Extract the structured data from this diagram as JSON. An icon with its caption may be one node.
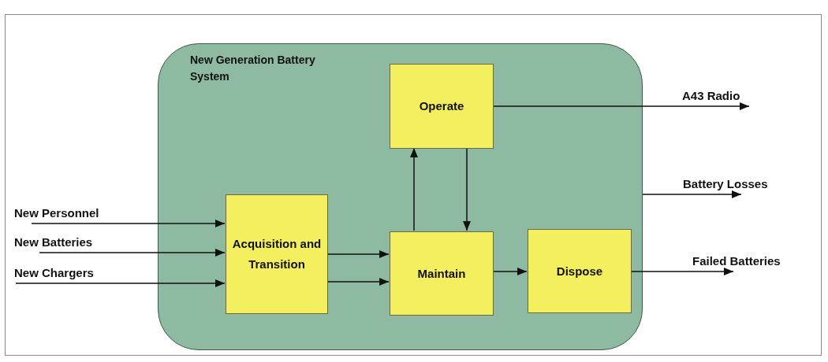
{
  "diagram": {
    "nodes": [
      {
        "text": [
          "New Generation Battery System"
        ]
      },
      {
        "text": [
          "Operate"
        ],
        "in": 0
      },
      {
        "text": [
          "Acquisition and Transition"
        ],
        "in": 0
      },
      {
        "text": [
          "Maintain"
        ],
        "in": 0
      },
      {
        "text": [
          "Dispose"
        ],
        "in": 0
      },
      {
        "text": [
          "New Personnel"
        ]
      },
      {
        "text": [
          "New Batteries"
        ]
      },
      {
        "text": [
          "New Chargers"
        ]
      },
      {
        "text": [
          "A43 Radio"
        ]
      },
      {
        "text": [
          "Battery Losses"
        ]
      },
      {
        "text": [
          "Failed Batteries"
        ]
      }
    ],
    "edges": [
      {
        "from": 5,
        "to": 2,
        "arrow": "to"
      },
      {
        "from": 6,
        "to": 2,
        "arrow": "to"
      },
      {
        "from": 7,
        "to": 2,
        "arrow": "to"
      },
      {
        "from": 2,
        "to": 3,
        "arrow": "to"
      },
      {
        "from": 2,
        "to": 3,
        "arrow": "to"
      },
      {
        "from": 3,
        "to": 1,
        "arrow": "to"
      },
      {
        "from": 1,
        "to": 3,
        "arrow": "to"
      },
      {
        "from": 3,
        "to": 4,
        "arrow": "to"
      },
      {
        "from": 1,
        "to": 8,
        "arrow": "to"
      },
      {
        "from": 0,
        "to": 9,
        "arrow": "to"
      },
      {
        "from": 4,
        "to": 10,
        "arrow": "to"
      }
    ]
  }
}
